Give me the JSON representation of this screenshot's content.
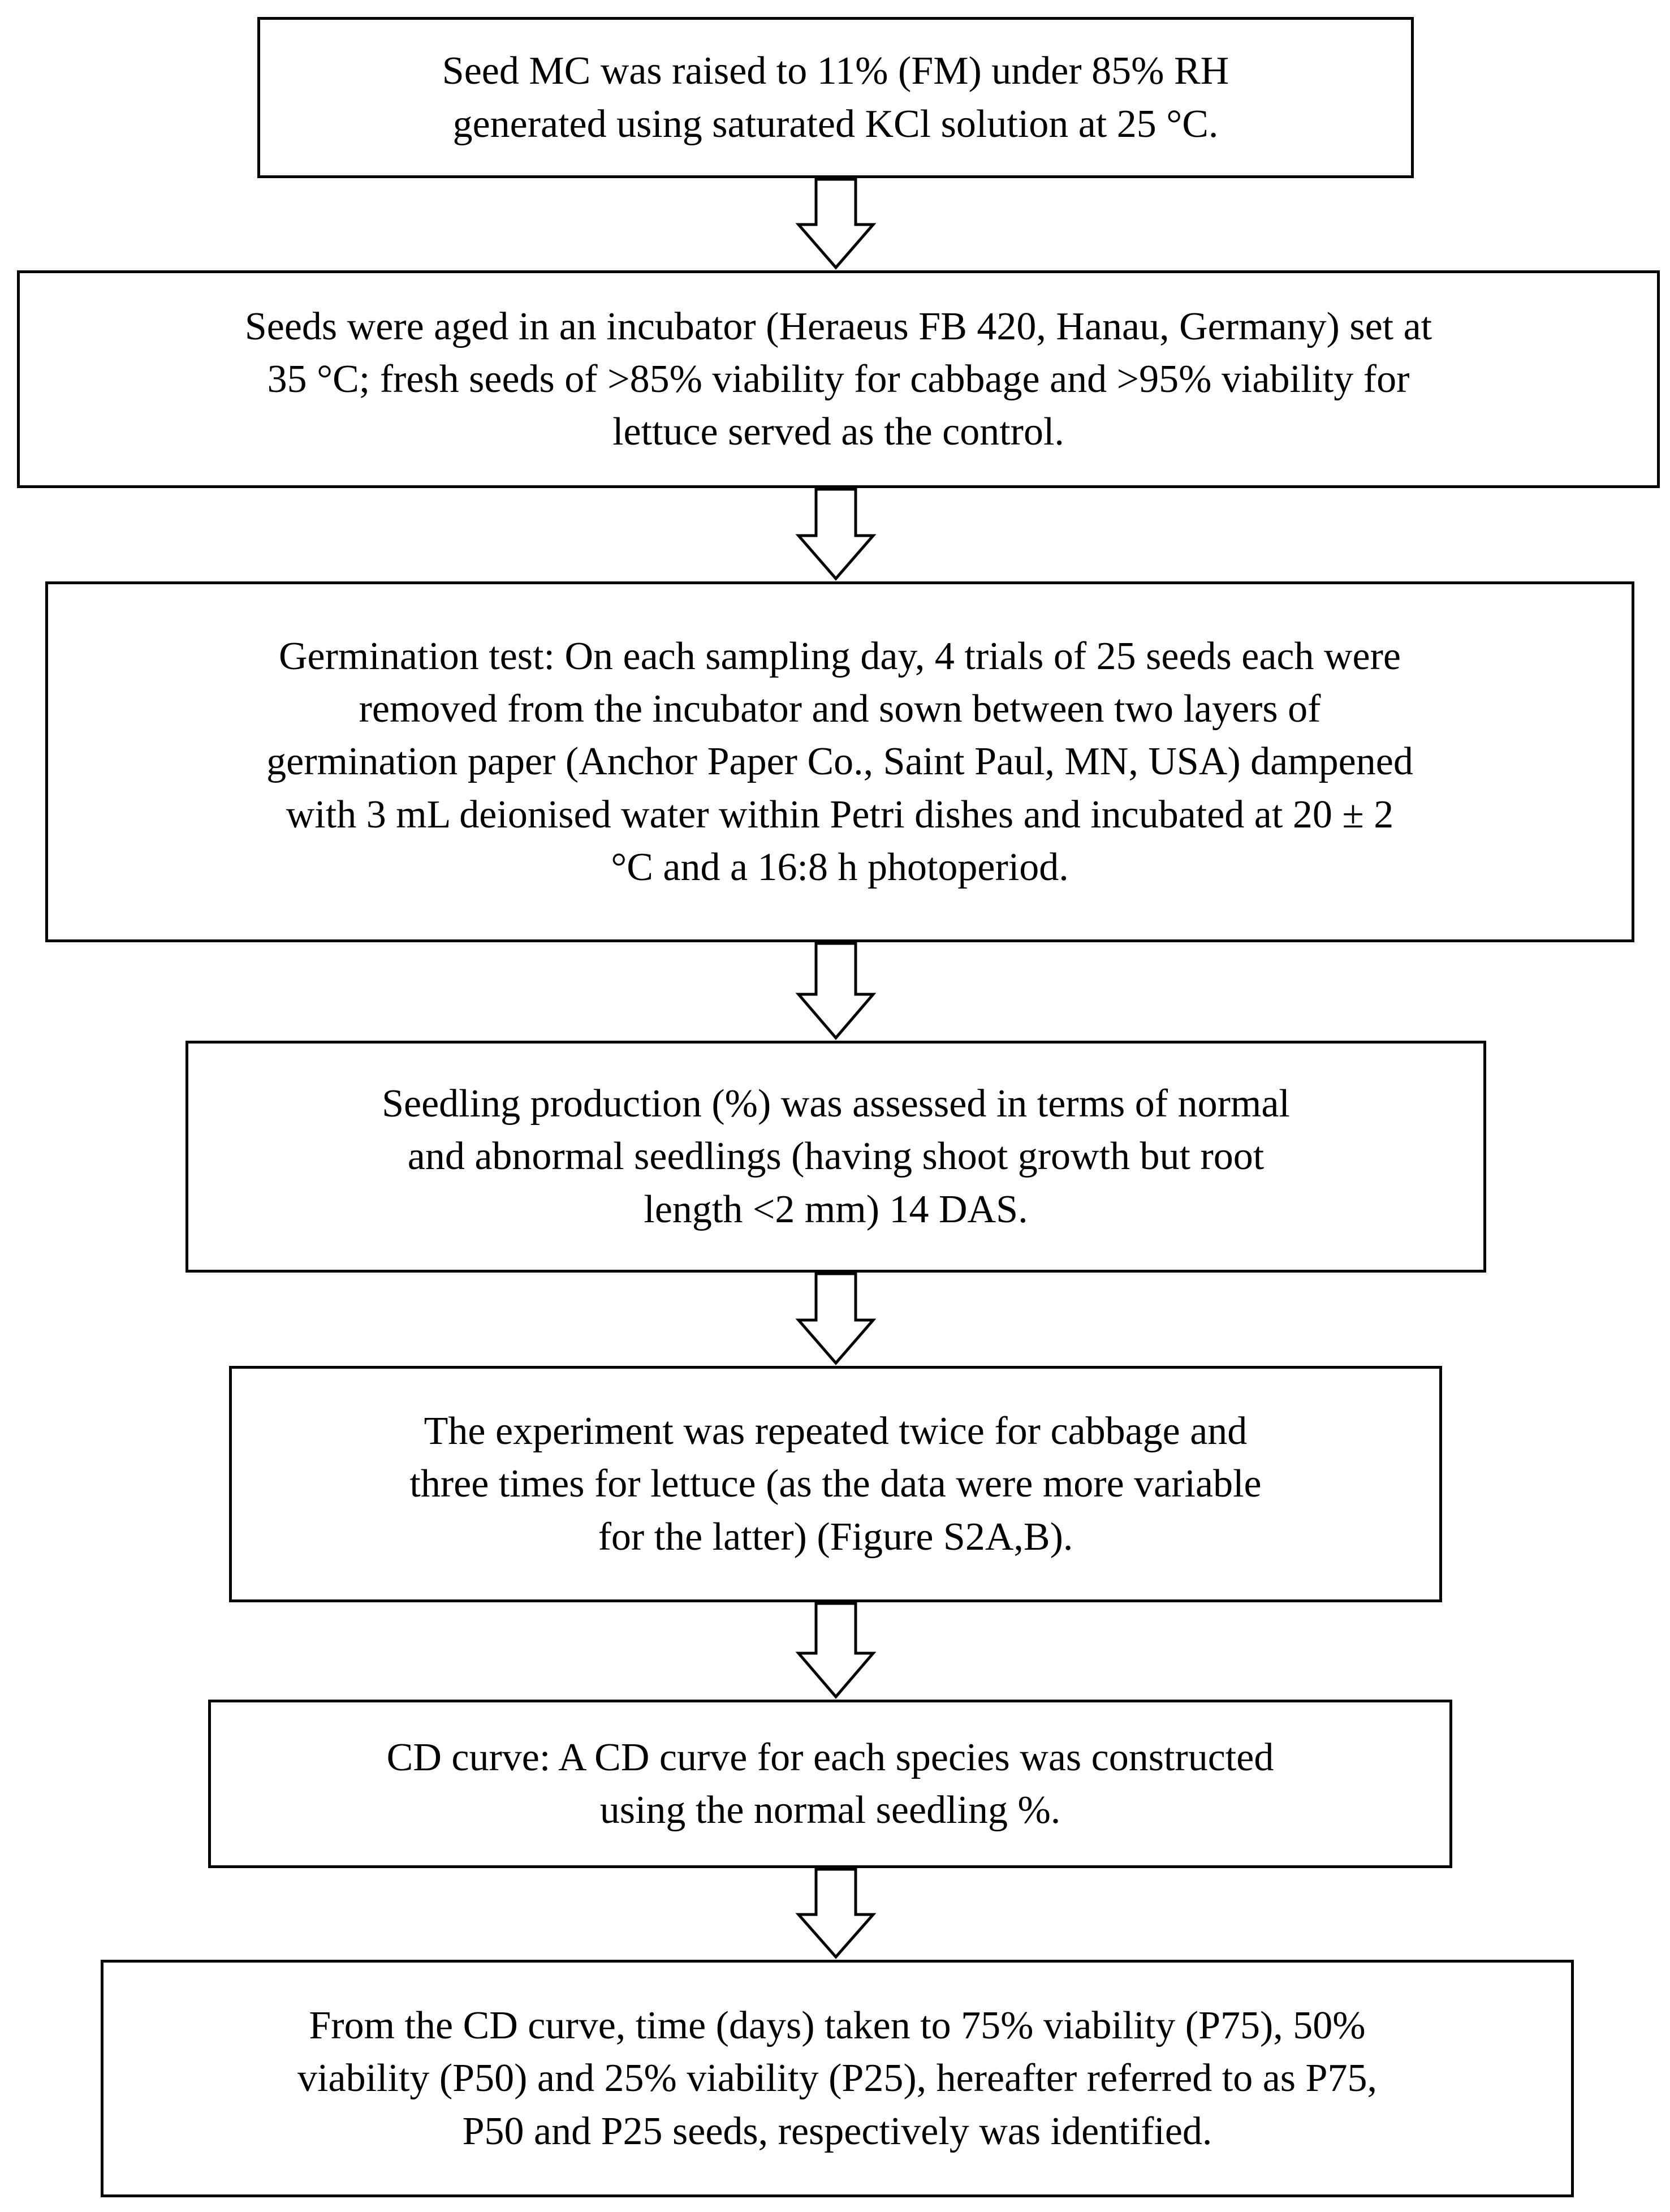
{
  "flowchart": {
    "steps": [
      {
        "text": "Seed MC was raised to 11% (FM) under 85% RH\ngenerated using saturated KCl solution at 25 °C."
      },
      {
        "text": "Seeds were aged in an incubator (Heraeus FB 420, Hanau, Germany) set at\n35 °C; fresh seeds of >85% viability for cabbage and >95% viability for\nlettuce served as the control."
      },
      {
        "text": "Germination test: On each sampling day, 4 trials of 25 seeds each were\nremoved from the incubator and sown between two layers of\ngermination paper (Anchor Paper Co., Saint Paul, MN, USA) dampened\nwith 3 mL deionised water within Petri dishes and incubated at 20 ± 2\n°C and a 16:8 h photoperiod."
      },
      {
        "text": "Seedling production (%) was assessed in terms of normal\nand abnormal seedlings (having shoot growth but root\nlength <2 mm) 14 DAS."
      },
      {
        "text": "The experiment was repeated twice for cabbage and\nthree times for lettuce (as the data were more variable\nfor the latter) (Figure S2A,B)."
      },
      {
        "text": "CD curve: A CD curve for each species was constructed\nusing the normal seedling %."
      },
      {
        "text": "From the CD curve, time (days) taken to 75% viability (P75), 50%\nviability (P50) and 25% viability (P25), hereafter referred to as P75,\nP50 and P25 seeds, respectively was identified."
      }
    ],
    "colors": {
      "border": "#000000",
      "background": "#ffffff",
      "text": "#000000"
    }
  }
}
